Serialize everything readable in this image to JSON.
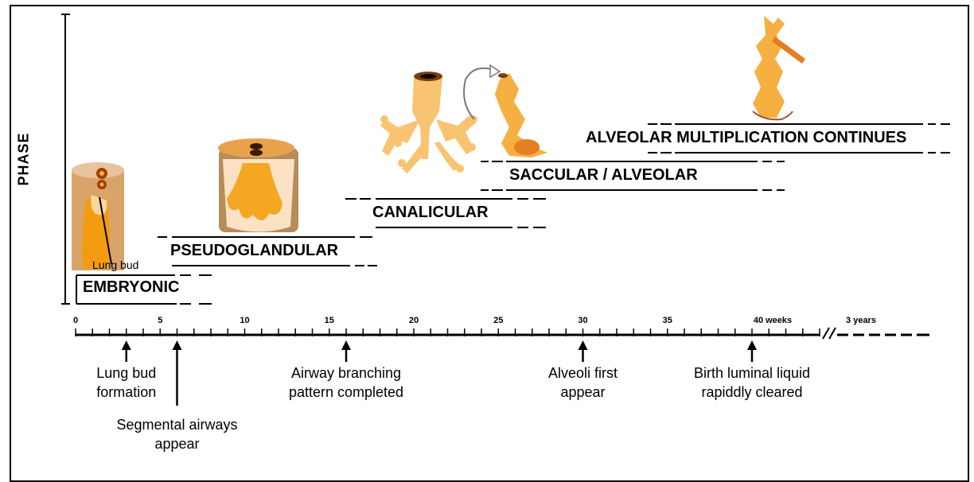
{
  "phase_axis_label": "PHASE",
  "stages": [
    {
      "label": "EMBRYONIC"
    },
    {
      "label": "PSEUDOGLANDULAR"
    },
    {
      "label": "CANALICULAR"
    },
    {
      "label": "SACCULAR / ALVEOLAR"
    },
    {
      "label": "ALVEOLAR MULTIPLICATION CONTINUES"
    }
  ],
  "lung_bud_label": "Lung bud",
  "timeline": {
    "ticks": [
      "0",
      "5",
      "10",
      "15",
      "20",
      "25",
      "30",
      "35",
      "40 weeks"
    ],
    "extension_label": "3 years"
  },
  "events": [
    {
      "week": 3,
      "line1": "Lung bud",
      "line2": "formation"
    },
    {
      "week": 6,
      "line1": "Segmental airways",
      "line2": "appear"
    },
    {
      "week": 16,
      "line1": "Airway branching",
      "line2": "pattern completed"
    },
    {
      "week": 30,
      "line1": "Alveoli first",
      "line2": "appear"
    },
    {
      "week": 40,
      "line1": "Birth luminal liquid",
      "line2": "rapiddly cleared"
    }
  ],
  "colors": {
    "tissue_orange": "#f5b041",
    "tissue_light": "#fad7a0",
    "tissue_dark": "#e67e22",
    "mesenchyme": "#c8a278"
  }
}
